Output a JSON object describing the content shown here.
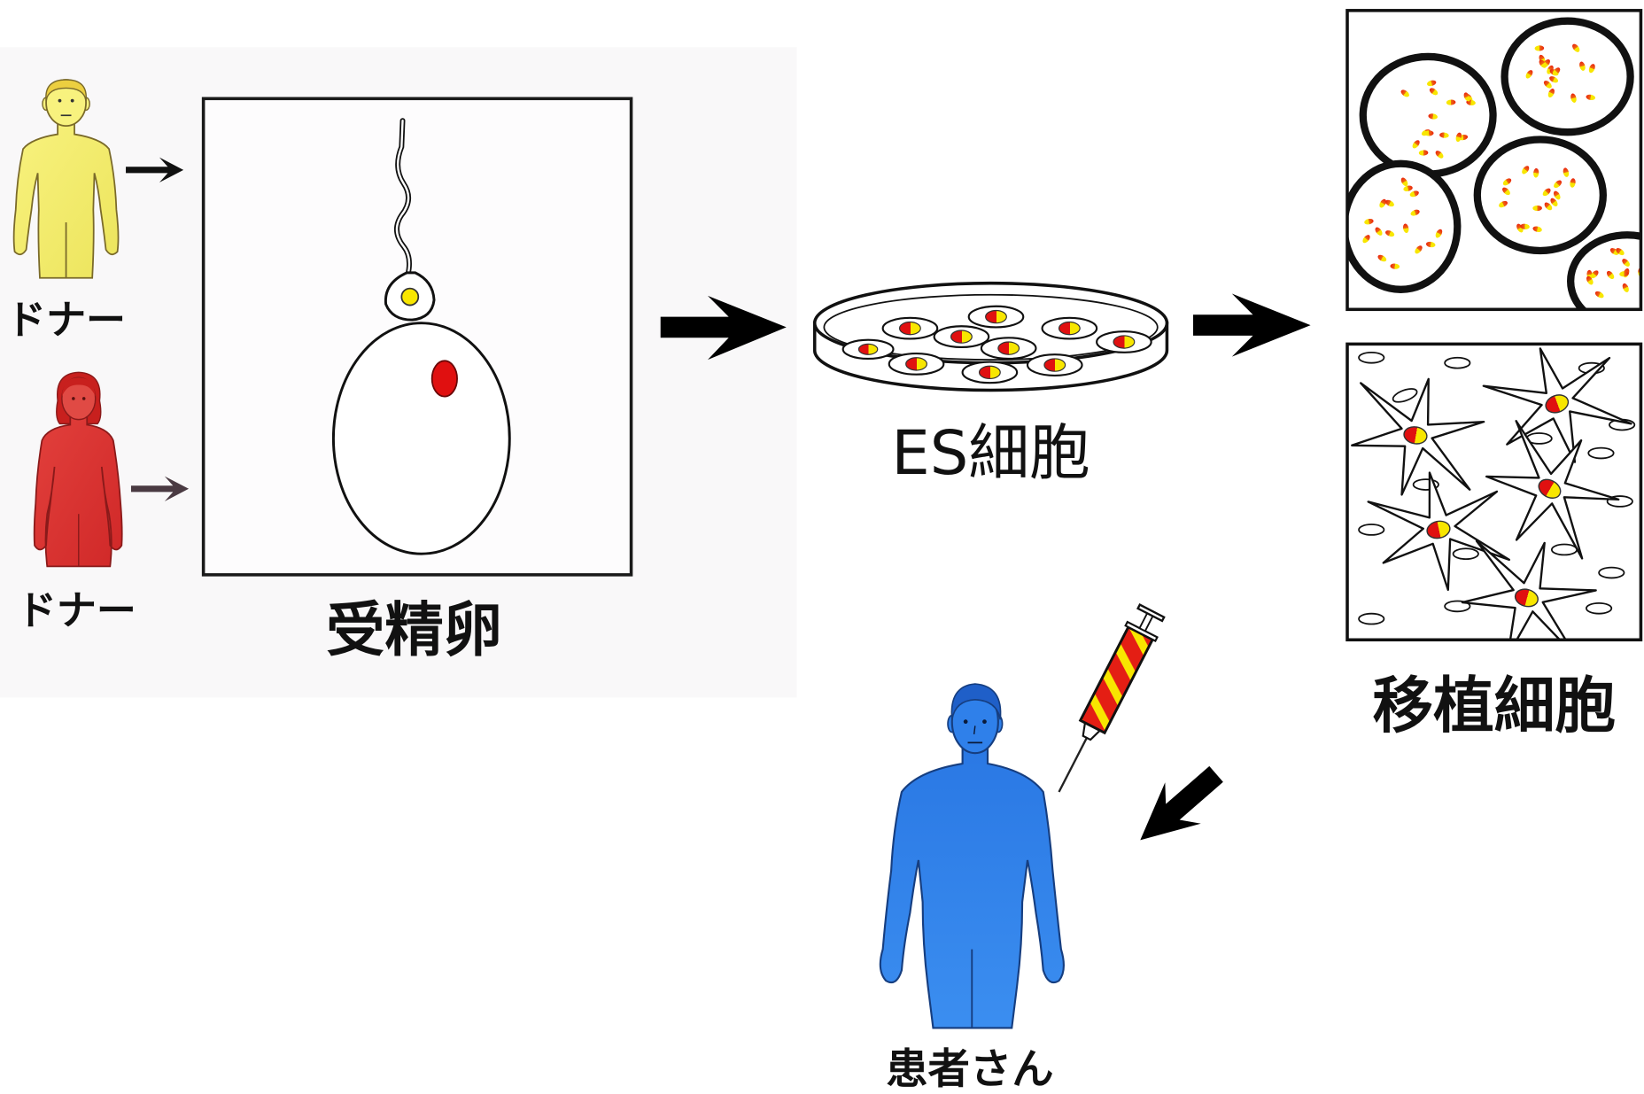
{
  "labels": {
    "donor_male": "ドナー",
    "donor_female": "ドナー",
    "fertilized_egg": "受精卵",
    "es_cells": "ES細胞",
    "transplant_cells": "移植細胞",
    "patient": "患者さん"
  },
  "colors": {
    "male_donor": "#f8f27e",
    "female_donor": "#e2403c",
    "patient": "#3b8ef0",
    "nucleus_red": "#e01010",
    "nucleus_yellow": "#f8e600",
    "arrow": "#000000"
  },
  "icons": {
    "male_donor": "male-figure-icon",
    "female_donor": "female-figure-icon",
    "patient": "patient-figure-icon",
    "syringe": "syringe-icon",
    "petri_dish": "petri-dish-icon"
  }
}
